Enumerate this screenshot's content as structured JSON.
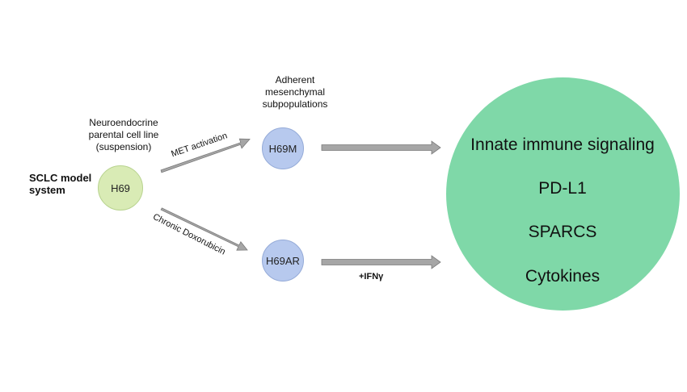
{
  "title_block": {
    "line1": "SCLC model",
    "line2": "system"
  },
  "parent_caption": {
    "line1": "Neuroendocrine",
    "line2": "parental cell line",
    "line3": "(suspension)"
  },
  "subpop_caption": {
    "line1": "Adherent",
    "line2": "mesenchymal",
    "line3": "subpopulations"
  },
  "nodes": {
    "parental": "H69",
    "mesenchymal": "H69M",
    "resistant": "H69AR"
  },
  "edges": {
    "met": "MET activation",
    "dox": "Chronic Doxorubicin",
    "ifn": "+IFNγ"
  },
  "outcomes": [
    "Innate immune signaling",
    "PD-L1",
    "SPARCS",
    "Cytokines"
  ],
  "colors": {
    "parental": "#d9ebb5",
    "subpop": "#b7c9ee",
    "outcome": "#7fd8a8",
    "arrow": "#a6a6a6"
  }
}
